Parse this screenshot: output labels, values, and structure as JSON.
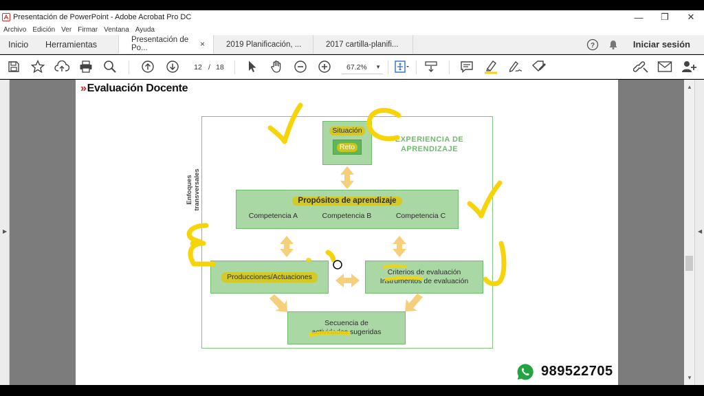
{
  "window": {
    "title": "Presentación de PowerPoint - Adobe Acrobat Pro DC",
    "minimize": "—",
    "restore": "❐",
    "close": "✕"
  },
  "menu": [
    "Archivo",
    "Edición",
    "Ver",
    "Firmar",
    "Ventana",
    "Ayuda"
  ],
  "tabs": {
    "home": "Inicio",
    "tools": "Herramientas",
    "documents": [
      {
        "label": "Presentación de Po...",
        "active": true,
        "close": "×"
      },
      {
        "label": "2019 Planificación, ...",
        "active": false
      },
      {
        "label": "2017 cartilla-planifi...",
        "active": false
      }
    ],
    "signin": "Iniciar sesión"
  },
  "toolbar": {
    "page_current": "12",
    "page_sep": "/",
    "page_total": "18",
    "zoom": "67.2%"
  },
  "document": {
    "header": "Evaluación Docente",
    "header_chevron": "»",
    "experience_label": "EXPERIENCIA DE APRENDIZAJE",
    "enfoques": "Enfoques transversales",
    "situacion": "Situación",
    "reto": "Reto",
    "propositos": "Propósitos de aprendizaje",
    "competencias": [
      "Competencia A",
      "Competencia B",
      "Competencia C"
    ],
    "producciones": "Producciones/Actuaciones",
    "criterios_1": "Criterios de evaluación",
    "criterios_2": "Instrumentos de evaluación",
    "secuencia_1": "Secuencia de",
    "secuencia_2": "actividades sugeridas"
  },
  "overlay": {
    "phone": "989522705"
  },
  "colors": {
    "box_fill": "#aad8a4",
    "box_border": "#6dbd6a",
    "arrow": "#f5cf7a",
    "highlight": "#dac814",
    "annotation_ink": "#f5d50a",
    "accent_red": "#d32020"
  }
}
